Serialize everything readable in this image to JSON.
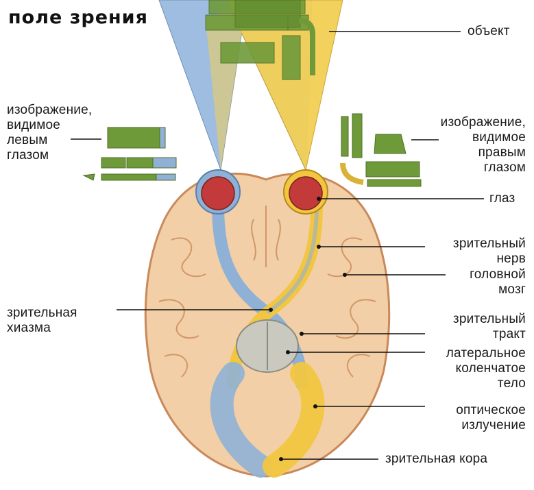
{
  "title": "поле зрения",
  "labels": {
    "object": "объект",
    "left_image": [
      "изображение,",
      "видимое",
      "левым",
      "глазом"
    ],
    "right_image": [
      "изображение,",
      "видимое",
      "правым",
      "глазом"
    ],
    "eye": "глаз",
    "optic_nerve": [
      "зрительный",
      "нерв"
    ],
    "brain": [
      "головной",
      "мозг"
    ],
    "chiasm": [
      "зрительная",
      "хиазма"
    ],
    "optic_tract": [
      "зрительный",
      "тракт"
    ],
    "lgn": [
      "латеральное",
      "коленчатое",
      "тело"
    ],
    "radiation": [
      "оптическое",
      "излучение"
    ],
    "cortex": "зрительная кора"
  },
  "colors": {
    "blue": "#8fb1d6",
    "yellow": "#f2c640",
    "green": "#6f9a3a",
    "brain": "#f2cfa6",
    "brain_outline": "#c9895a",
    "eye_red": "#c23a3a",
    "lgn_grey": "#c9c9c0"
  }
}
